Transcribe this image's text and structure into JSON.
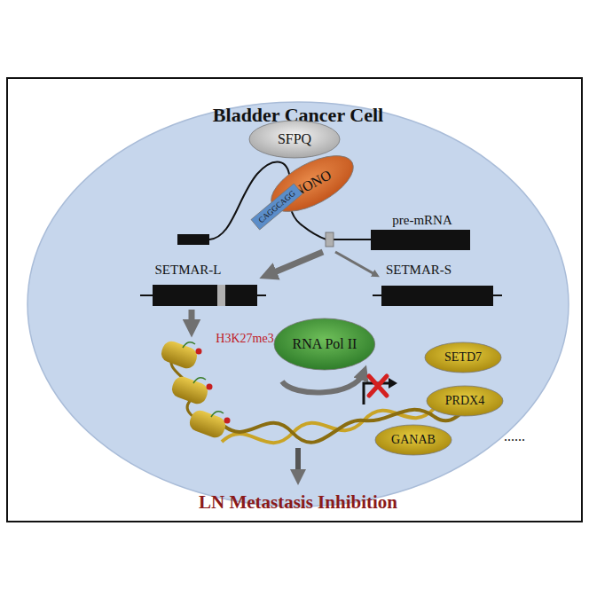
{
  "diagram": {
    "title": "Bladder Cancer Cell",
    "nodes": [
      {
        "text": [
          "SFPQ"
        ]
      },
      {
        "text": [
          "NONO"
        ]
      },
      {
        "text": [
          "CAGGCAGG"
        ]
      },
      {
        "text": [
          "RNA Pol II"
        ]
      },
      {
        "text": [
          "SETD7"
        ]
      },
      {
        "text": [
          "PRDX4"
        ]
      },
      {
        "text": [
          "GANAB"
        ]
      }
    ],
    "labels": [
      "pre-mRNA",
      "SETMAR-L",
      "SETMAR-S",
      "H3K27me3",
      "......",
      "LN Metastasis Inhibition"
    ]
  }
}
